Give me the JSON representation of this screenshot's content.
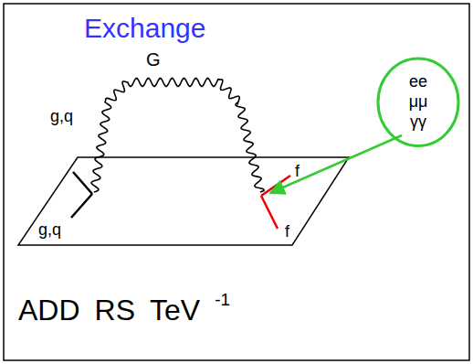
{
  "diagram": {
    "title": "Exchange",
    "nodes": [
      {
        "text": [
          "ee μμ γγ"
        ]
      }
    ],
    "edges": [],
    "labels": [
      "G",
      "g,q",
      "g,q",
      "f",
      "f",
      "ADD",
      "RS",
      "TeV",
      "-1"
    ]
  }
}
